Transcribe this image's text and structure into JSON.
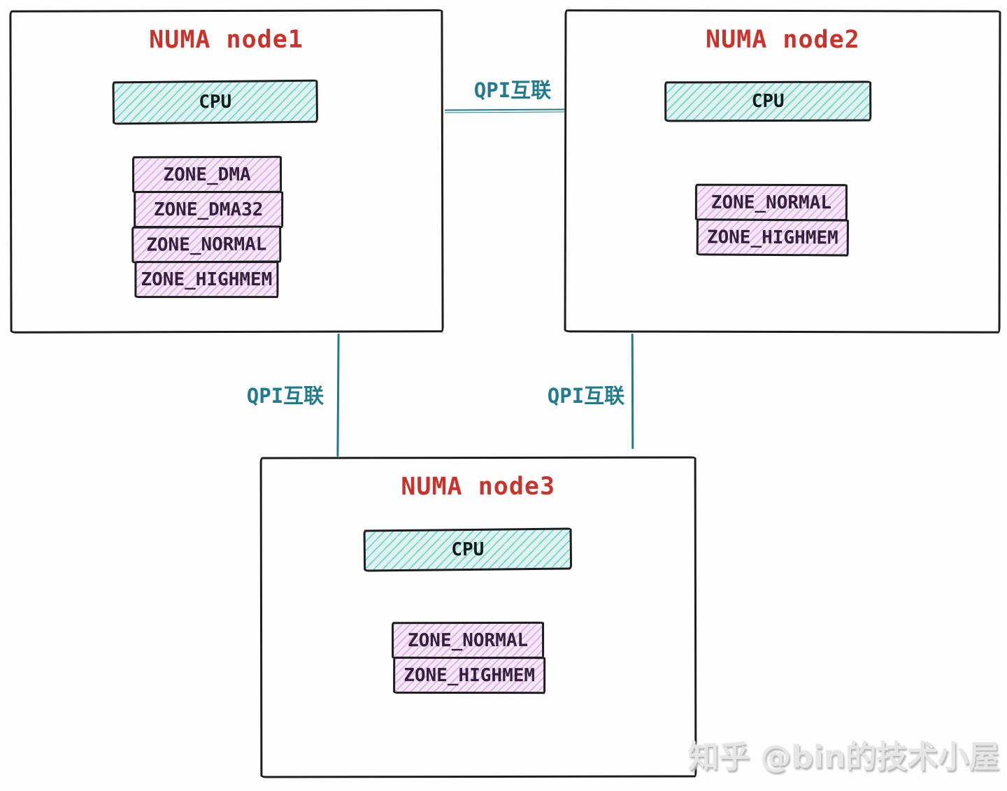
{
  "diagram": {
    "nodes": [
      {
        "id": "node1",
        "title": "NUMA node1",
        "cpu_label": "CPU",
        "zones": [
          "ZONE_DMA",
          "ZONE_DMA32",
          "ZONE_NORMAL",
          "ZONE_HIGHMEM"
        ]
      },
      {
        "id": "node2",
        "title": "NUMA node2",
        "cpu_label": "CPU",
        "zones": [
          "ZONE_NORMAL",
          "ZONE_HIGHMEM"
        ]
      },
      {
        "id": "node3",
        "title": "NUMA node3",
        "cpu_label": "CPU",
        "zones": [
          "ZONE_NORMAL",
          "ZONE_HIGHMEM"
        ]
      }
    ],
    "links": [
      {
        "label": "QPI互联",
        "from": "node1",
        "to": "node2"
      },
      {
        "label": "QPI互联",
        "from": "node1",
        "to": "node3"
      },
      {
        "label": "QPI互联",
        "from": "node2",
        "to": "node3"
      }
    ],
    "colors": {
      "title_red": "#c9332b",
      "qpi_teal": "#1f7b8d",
      "cpu_fill": "#dcf3f1",
      "cpu_hatch": "#3ab5ae82",
      "zone_fill": "#f5e6f8",
      "zone_hatch": "#c07fd575",
      "border_dark": "#1d1d1d",
      "zone_text": "#341f3d",
      "cpu_text": "#101d1f",
      "watermark_gray": "#e6e6e6"
    }
  },
  "watermark": {
    "text": "知乎 @bin的技术小屋"
  }
}
